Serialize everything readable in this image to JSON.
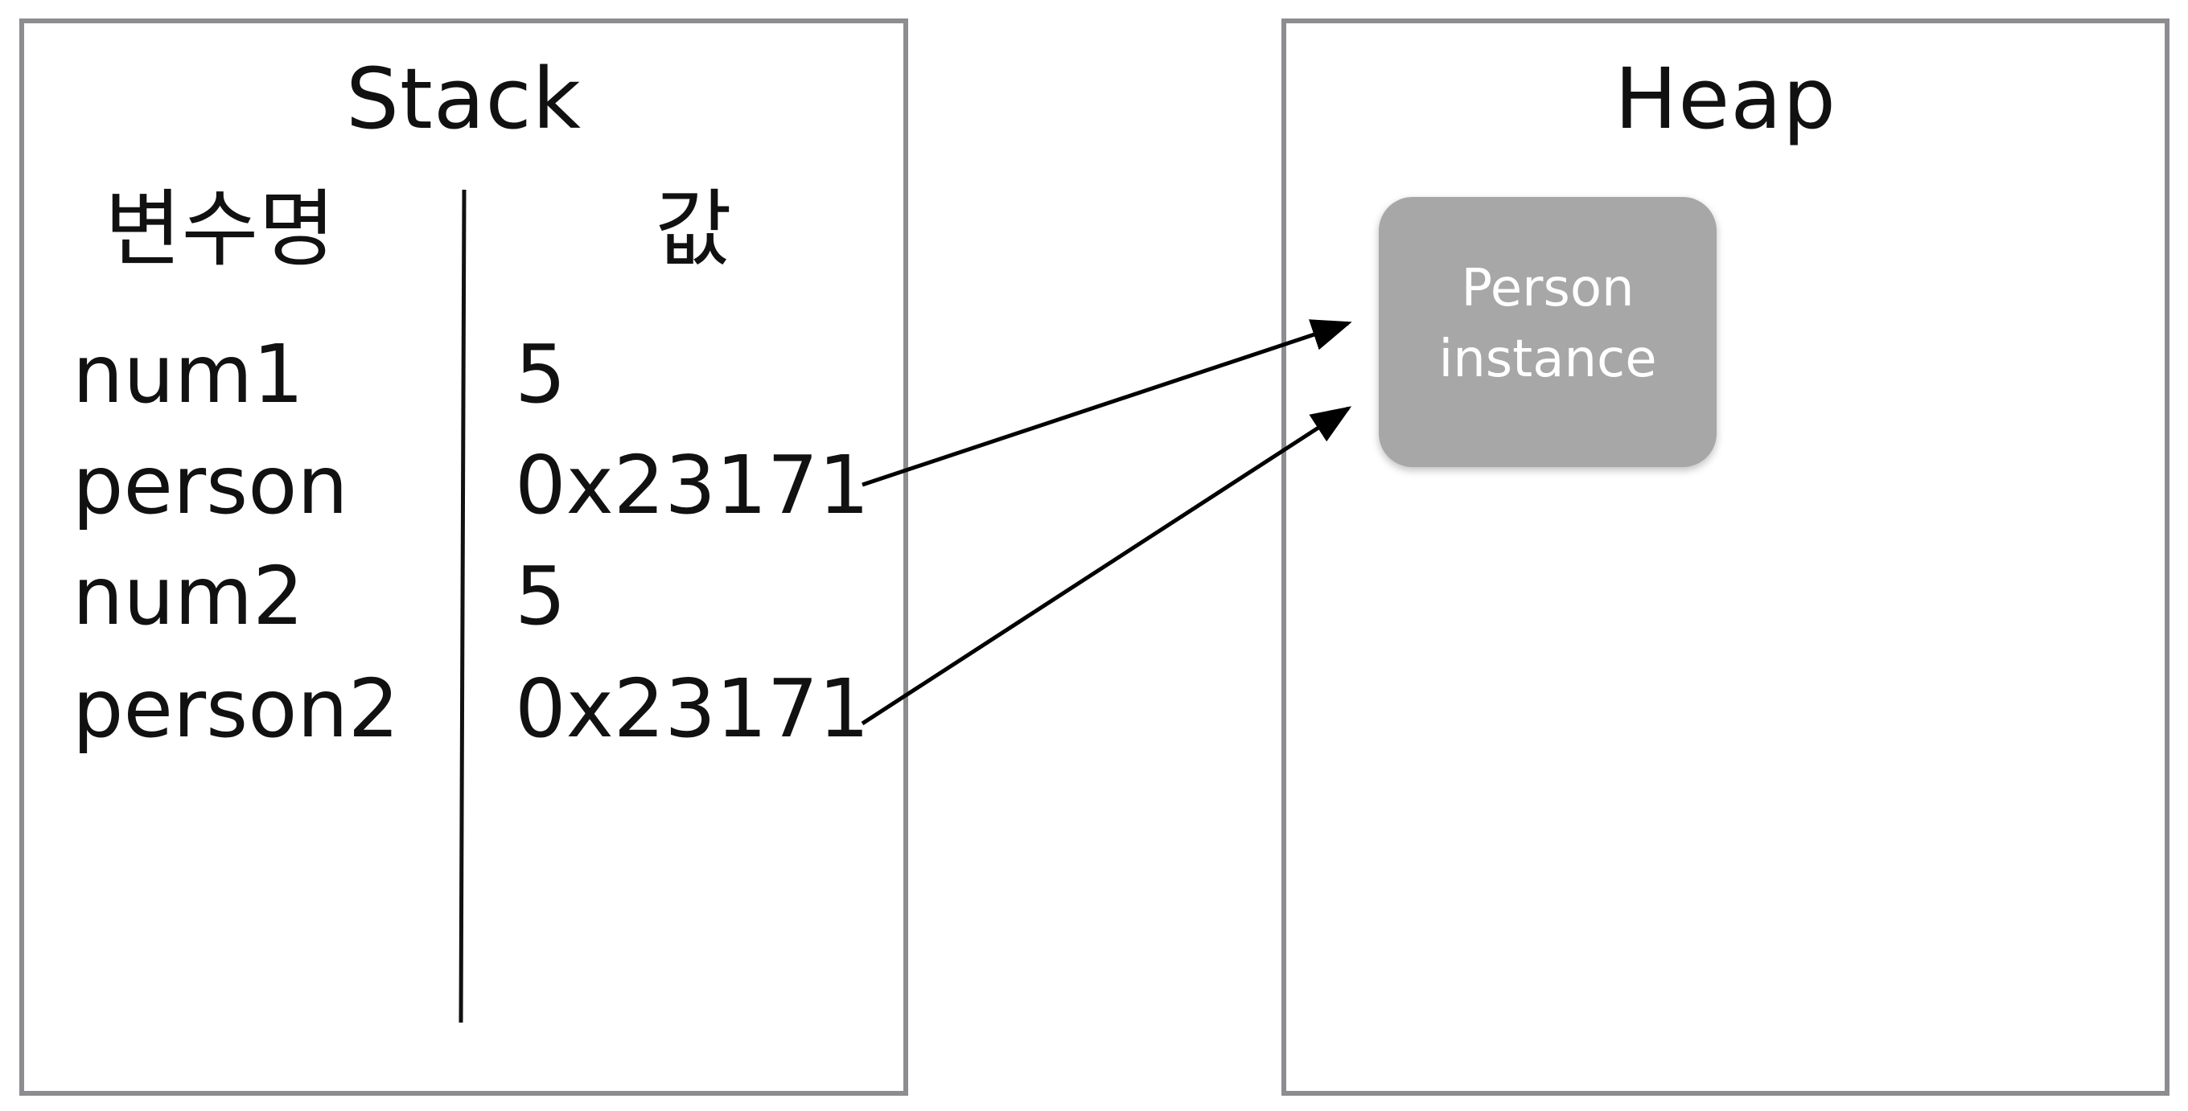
{
  "stack": {
    "title": "Stack",
    "header_name": "변수명",
    "header_value": "값",
    "rows": [
      {
        "name": "num1",
        "value": "5"
      },
      {
        "name": "person",
        "value": "0x23171"
      },
      {
        "name": "num2",
        "value": "5"
      },
      {
        "name": "person2",
        "value": "0x23171"
      }
    ]
  },
  "heap": {
    "title": "Heap",
    "instance": {
      "line1": "Person",
      "line2": "instance"
    }
  },
  "colors": {
    "border": "#8c8c91",
    "instance_fill": "#a6a7a6",
    "text": "#111111",
    "arrow": "#000000"
  },
  "references": [
    {
      "from": "person",
      "to": "Person instance"
    },
    {
      "from": "person2",
      "to": "Person instance"
    }
  ]
}
